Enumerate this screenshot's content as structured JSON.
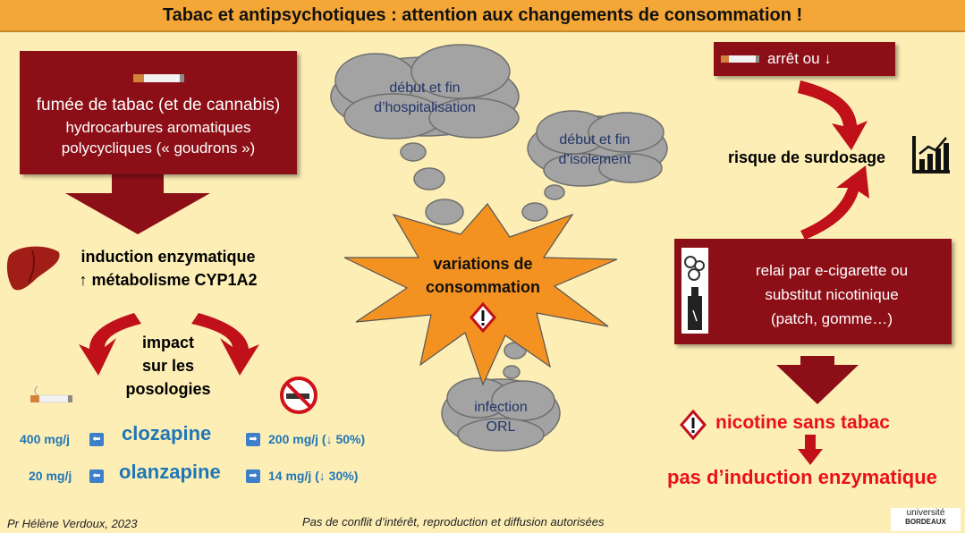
{
  "title": "Tabac et antipsychotiques : attention aux changements de consommation !",
  "smoke_box": {
    "line1": "fumée de tabac (et de cannabis)",
    "line2": "hydrocarbures aromatiques",
    "line3": "polycycliques (« goudrons »)"
  },
  "induction": {
    "line1": "induction enzymatique",
    "line2": "↑ métabolisme CYP1A2"
  },
  "impact": {
    "line1": "impact",
    "line2": "sur les",
    "line3": "posologies"
  },
  "drugs": [
    {
      "left_dose": "400 mg/j",
      "name": "clozapine",
      "right_dose": "200 mg/j (↓ 50%)"
    },
    {
      "left_dose": "20 mg/j",
      "name": "olanzapine",
      "right_dose": "14 mg/j  (↓ 30%)"
    }
  ],
  "clouds": {
    "hospital": {
      "line1": "début et fin",
      "line2": "d’hospitalisation"
    },
    "isolement": {
      "line1": "début et fin",
      "line2": "d’isolement"
    },
    "infection": {
      "line1": "infection",
      "line2": "ORL"
    }
  },
  "star": {
    "line1": "variations de",
    "line2": "consommation"
  },
  "arret_box": "arrêt ou ↓",
  "risque": "risque de surdosage",
  "relai_box": {
    "line1": "relai par e-cigarette ou",
    "line2": "substitut nicotinique",
    "line3": "(patch, gomme…)"
  },
  "nicotine": "nicotine sans tabac",
  "pas_induction": "pas d’induction enzymatique",
  "footer": {
    "author": "Pr Hélène Verdoux, 2023",
    "notice": "Pas de conflit d’intérêt, reproduction et diffusion autorisées",
    "logo_line1": "université",
    "logo_line2": "BORDEAUX"
  },
  "colors": {
    "box": "#8c0f17",
    "arrow": "#8c0f17",
    "curved_arrow": "#c0101a",
    "star": "#f39220",
    "cloud": "#a3a3a3",
    "accent_red": "#e8111a",
    "drug_blue": "#1f76b6"
  },
  "icons": [
    "cigarette-icon",
    "liver-icon",
    "no-smoking-icon",
    "warning-icon",
    "bar-chart-icon",
    "e-cigarette-icon"
  ]
}
